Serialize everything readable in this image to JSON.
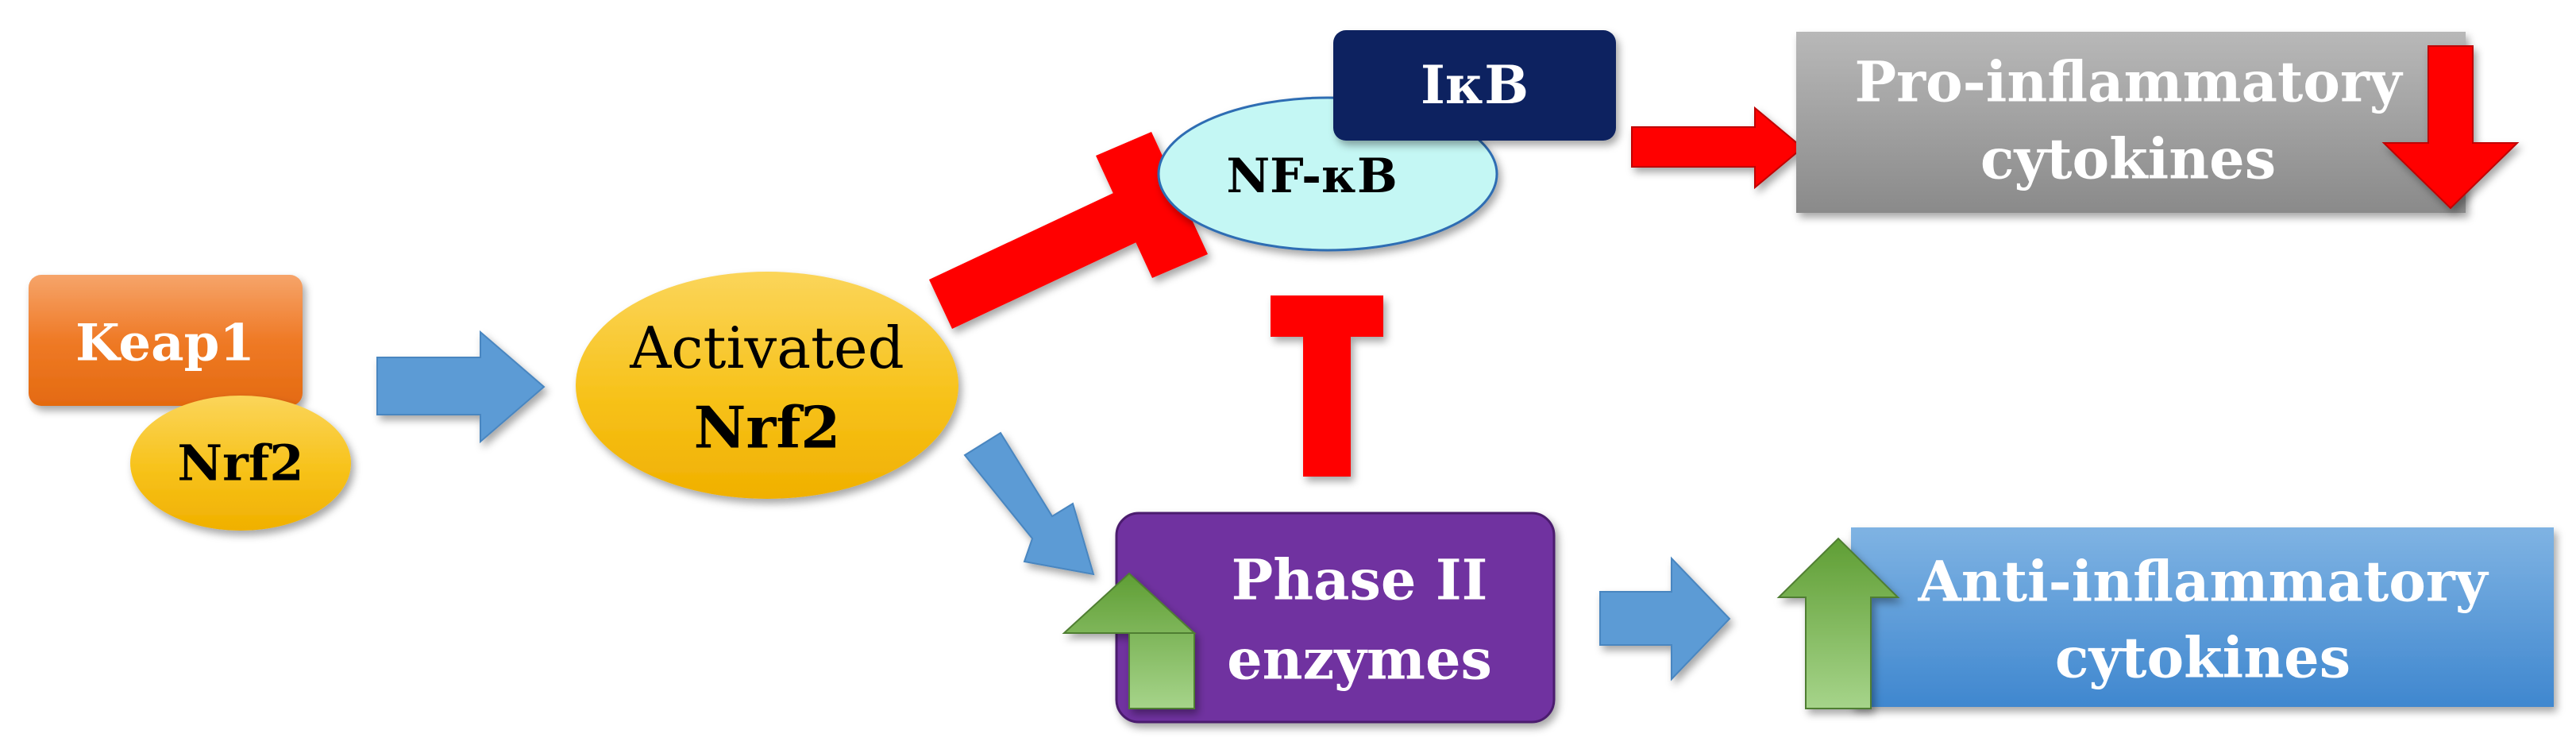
{
  "nodes": {
    "keap1": "Keap1",
    "nrf2_small": "Nrf2",
    "activated_line1": "Activated",
    "activated_line2": "Nrf2",
    "nfkb": "NF-κB",
    "ikb": "IκB",
    "pro_line1": "Pro-inflammatory",
    "pro_line2": "cytokines",
    "phase_line1": "Phase II",
    "phase_line2": "enzymes",
    "anti_line1": "Anti-inflammatory",
    "anti_line2": "cytokines"
  },
  "colors": {
    "keap1": "#ef7a26",
    "nrf2": "#f7c21a",
    "nfkb": "#c4f7f4",
    "ikb": "#0f2460",
    "pro": "#9c9c9c",
    "phase": "#7030a0",
    "anti": "#5b9bd5",
    "blue_arrow": "#5b9bd5",
    "red_arrow": "#ff0000",
    "green_arrow": "#70ad47"
  }
}
